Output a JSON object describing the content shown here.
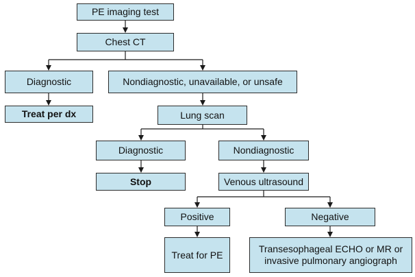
{
  "colors": {
    "node_fill": "#c5e3ee",
    "node_border": "#2b2b2b",
    "line": "#1a1a1a",
    "text": "#111111"
  },
  "nodes": {
    "pe_imaging_test": "PE imaging test",
    "chest_ct": "Chest CT",
    "ct_diagnostic": "Diagnostic",
    "ct_nondiagnostic": "Nondiagnostic, unavailable, or unsafe",
    "treat_per_dx": "Treat per dx",
    "lung_scan": "Lung scan",
    "lung_diagnostic": "Diagnostic",
    "lung_nondiagnostic": "Nondiagnostic",
    "stop": "Stop",
    "venous_ultrasound": "Venous ultrasound",
    "positive": "Positive",
    "negative": "Negative",
    "treat_for_pe": "Treat for PE",
    "alternative_imaging": "Transesophageal ECHO or MR or invasive pulmonary angiograph"
  }
}
